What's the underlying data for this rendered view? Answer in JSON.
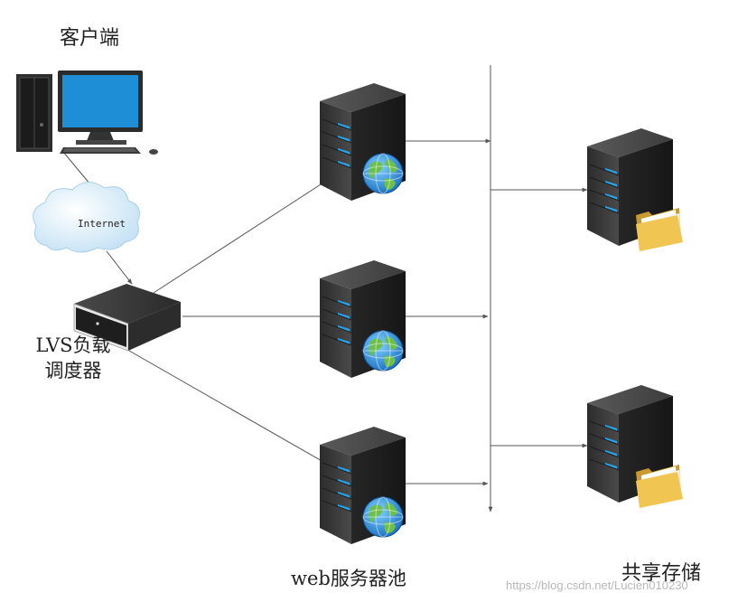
{
  "labels": {
    "client": "客户端",
    "internet": "Internet",
    "lvs": "LVS负载调度器",
    "web_pool": "web服务器池",
    "shared_storage": "共享存储"
  },
  "watermark": "https://blog.csdn.net/Lucien010230",
  "icons": {
    "client": "desktop-computer-icon",
    "internet": "cloud-icon",
    "lvs": "load-balancer-appliance-icon",
    "web_servers": [
      "web-server-globe-icon",
      "web-server-globe-icon",
      "web-server-globe-icon"
    ],
    "storage_servers": [
      "storage-server-folder-icon",
      "storage-server-folder-icon"
    ]
  },
  "colors": {
    "server_body": "#3a3a3a",
    "server_led": "#2aa3e6",
    "monitor_screen": "#1e8fd6",
    "cloud": "#cfe8f6",
    "folder": "#e8c25a",
    "lines": "#555555"
  }
}
